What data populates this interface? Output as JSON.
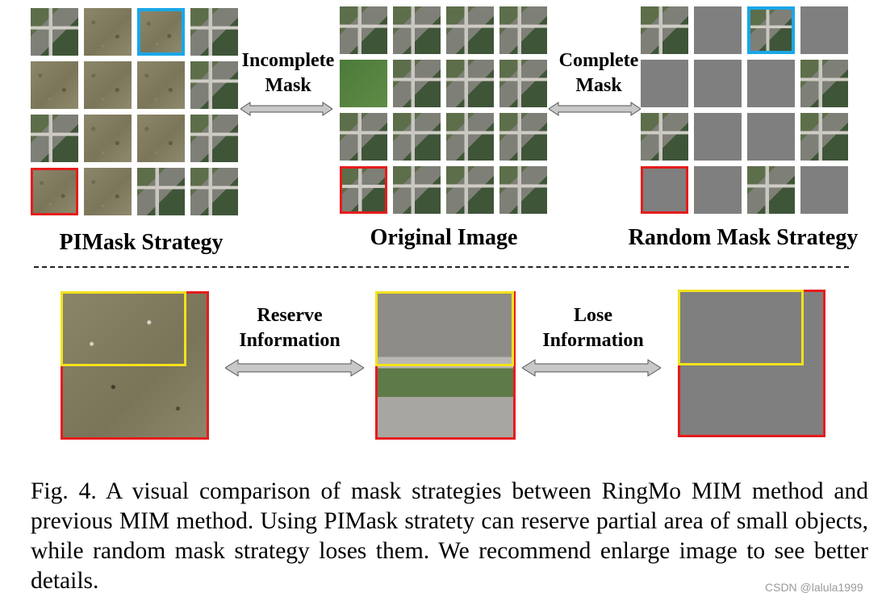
{
  "top_labels": {
    "left": "PIMask Strategy",
    "center": "Original Image",
    "right": "Random Mask Strategy"
  },
  "arrows": {
    "incomplete": [
      "Incomplete",
      "Mask"
    ],
    "complete": [
      "Complete",
      "Mask"
    ],
    "reserve": [
      "Reserve",
      "Information"
    ],
    "lose": [
      "Lose",
      "Information"
    ]
  },
  "caption": "Fig. 4.  A visual comparison of mask strategies between RingMo MIM method and previous MIM method. Using PIMask stratety can reserve partial area of small objects, while random mask strategy loses them. We recommend enlarge image to see better details.",
  "watermark": "CSDN @lalula1999",
  "colors": {
    "highlight_blue": "#1aa7e6",
    "highlight_red": "#e51c1c",
    "highlight_yellow": "#f3e21c",
    "mask_gray": "#7f7f7f"
  }
}
